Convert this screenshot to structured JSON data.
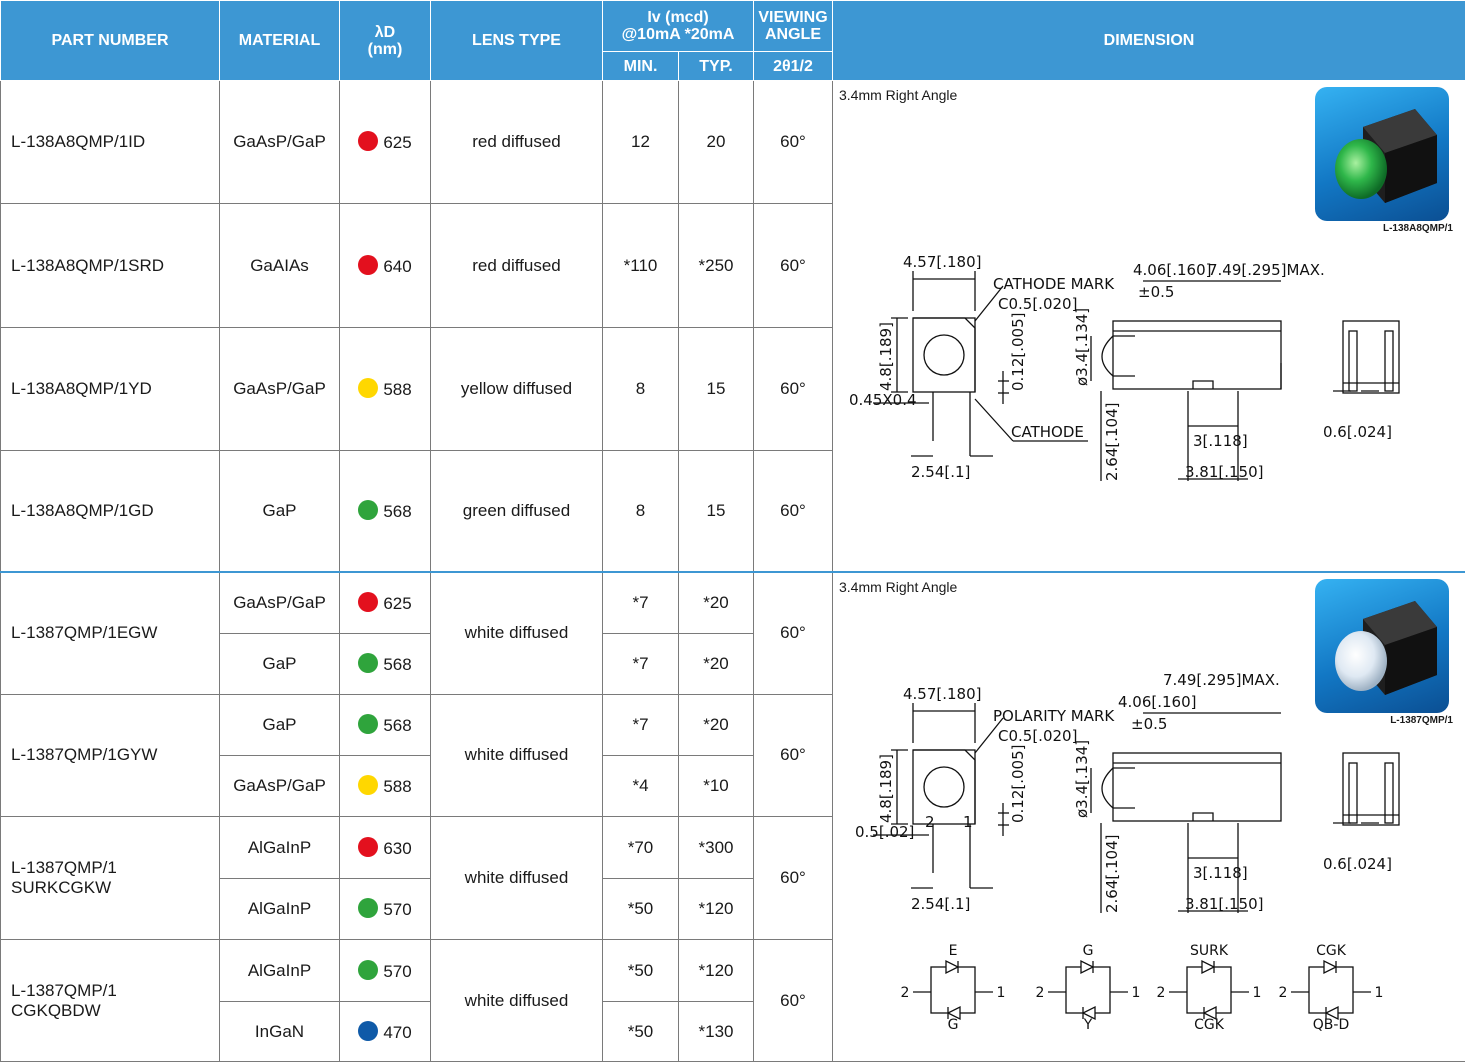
{
  "header": {
    "part_number": "PART NUMBER",
    "material": "MATERIAL",
    "lambda_line1": "λD",
    "lambda_line2": "(nm)",
    "lens_type": "LENS TYPE",
    "iv_line1": "Iv (mcd)",
    "iv_line2": "@10mA *20mA",
    "viewing_line1": "VIEWING",
    "viewing_line2": "ANGLE",
    "dimension": "DIMENSION",
    "min": "MIN.",
    "typ": "TYP.",
    "angle_sub": "2θ1/2"
  },
  "colors": {
    "header_bg": "#3d97d3",
    "red": "#e3101e",
    "yellow": "#ffd700",
    "green": "#2fa43c",
    "blue": "#0f5aa8"
  },
  "group1": {
    "rows": [
      {
        "part": "L-138A8QMP/1ID",
        "material": "GaAsP/GaP",
        "dot": "red",
        "wavelength": "625",
        "lens": "red diffused",
        "min": "12",
        "typ": "20",
        "angle": "60°"
      },
      {
        "part": "L-138A8QMP/1SRD",
        "material": "GaAIAs",
        "dot": "red",
        "wavelength": "640",
        "lens": "red diffused",
        "min": "*110",
        "typ": "*250",
        "angle": "60°"
      },
      {
        "part": "L-138A8QMP/1YD",
        "material": "GaAsP/GaP",
        "dot": "yellow",
        "wavelength": "588",
        "lens": "yellow diffused",
        "min": "8",
        "typ": "15",
        "angle": "60°"
      },
      {
        "part": "L-138A8QMP/1GD",
        "material": "GaP",
        "dot": "green",
        "wavelength": "568",
        "lens": "green diffused",
        "min": "8",
        "typ": "15",
        "angle": "60°"
      }
    ],
    "dimension": {
      "caption": "3.4mm Right Angle",
      "photo_label": "L-138A8QMP/1",
      "d1": "4.57[.180]",
      "d2": "CATHODE MARK",
      "d3": "C0.5[.020]",
      "d4": "4.06[.160]",
      "d5": "±0.5",
      "d6": "7.49[.295]MAX.",
      "d7": "4.8[.189]",
      "d8": "0.12[.005]",
      "d9": "ø3.4[.134]",
      "d10": "0.45X0.4",
      "d11": "CATHODE",
      "d12": "2.64[.104]",
      "d13": "3[.118]",
      "d14": "0.6[.024]",
      "d15": "2.54[.1]",
      "d16": "3.81[.150]"
    }
  },
  "group2": {
    "products": [
      {
        "part_line1": "L-1387QMP/1EGW",
        "part_line2": "",
        "lens": "white diffused",
        "angle": "60°",
        "subs": [
          {
            "material": "GaAsP/GaP",
            "dot": "red",
            "wavelength": "625",
            "min": "*7",
            "typ": "*20"
          },
          {
            "material": "GaP",
            "dot": "green",
            "wavelength": "568",
            "min": "*7",
            "typ": "*20"
          }
        ]
      },
      {
        "part_line1": "L-1387QMP/1GYW",
        "part_line2": "",
        "lens": "white diffused",
        "angle": "60°",
        "subs": [
          {
            "material": "GaP",
            "dot": "green",
            "wavelength": "568",
            "min": "*7",
            "typ": "*20"
          },
          {
            "material": "GaAsP/GaP",
            "dot": "yellow",
            "wavelength": "588",
            "min": "*4",
            "typ": "*10"
          }
        ]
      },
      {
        "part_line1": "L-1387QMP/1",
        "part_line2": "SURKCGKW",
        "lens": "white diffused",
        "angle": "60°",
        "subs": [
          {
            "material": "AlGaInP",
            "dot": "red",
            "wavelength": "630",
            "min": "*70",
            "typ": "*300"
          },
          {
            "material": "AlGaInP",
            "dot": "green",
            "wavelength": "570",
            "min": "*50",
            "typ": "*120"
          }
        ]
      },
      {
        "part_line1": "L-1387QMP/1",
        "part_line2": "CGKQBDW",
        "lens": "white diffused",
        "angle": "60°",
        "subs": [
          {
            "material": "AlGaInP",
            "dot": "green",
            "wavelength": "570",
            "min": "*50",
            "typ": "*120"
          },
          {
            "material": "InGaN",
            "dot": "blue",
            "wavelength": "470",
            "min": "*50",
            "typ": "*130"
          }
        ]
      }
    ],
    "dimension": {
      "caption": "3.4mm Right Angle",
      "photo_label": "L-1387QMP/1",
      "d1": "4.57[.180]",
      "d2": "POLARITY MARK",
      "d3": "C0.5[.020]",
      "d4": "4.06[.160]",
      "d5": "±0.5",
      "d6": "7.49[.295]MAX.",
      "d7": "4.8[.189]",
      "d8": "0.12[.005]",
      "d9": "ø3.4[.134]",
      "d10": "0.5[.02]",
      "d11": "2",
      "d12": "1",
      "d13": "2.64[.104]",
      "d14": "3[.118]",
      "d15": "0.6[.024]",
      "d16": "2.54[.1]",
      "d17": "3.81[.150]"
    },
    "schematics": [
      {
        "top": "E",
        "bottom": "G",
        "left": "2",
        "right": "1"
      },
      {
        "top": "G",
        "bottom": "Y",
        "left": "2",
        "right": "1"
      },
      {
        "top": "SURK",
        "bottom": "CGK",
        "left": "2",
        "right": "1"
      },
      {
        "top": "CGK",
        "bottom": "QB-D",
        "left": "2",
        "right": "1"
      }
    ]
  }
}
